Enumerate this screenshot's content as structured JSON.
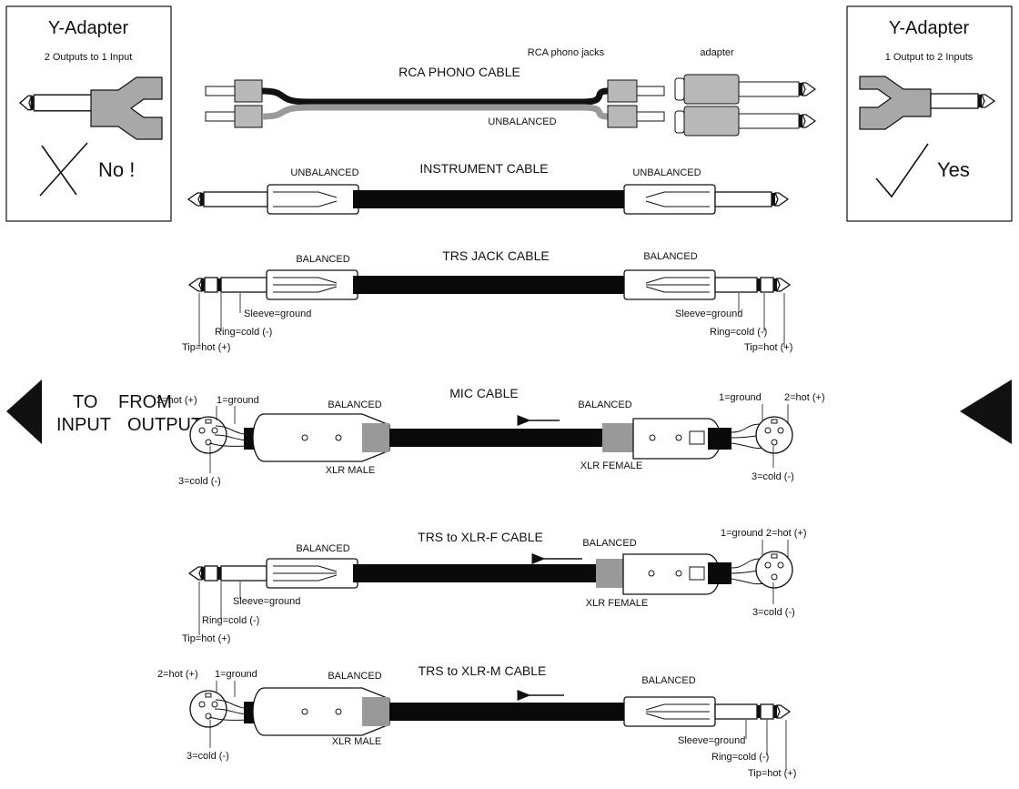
{
  "y_left": {
    "title": "Y-Adapter",
    "subtitle": "2 Outputs to 1 Input",
    "verdict": "No !"
  },
  "y_right": {
    "title": "Y-Adapter",
    "subtitle": "1 Output to 2 Inputs",
    "verdict": "Yes"
  },
  "rca": {
    "title": "RCA PHONO CABLE",
    "type": "UNBALANCED",
    "jacks_label": "RCA phono jacks",
    "adapter_label": "adapter"
  },
  "instrument": {
    "title": "INSTRUMENT CABLE",
    "left": "UNBALANCED",
    "right": "UNBALANCED"
  },
  "trs": {
    "title": "TRS JACK CABLE",
    "left": "BALANCED",
    "right": "BALANCED",
    "sleeve": "Sleeve=ground",
    "ring": "Ring=cold (-)",
    "tip": "Tip=hot (+)"
  },
  "mic": {
    "title": "MIC CABLE",
    "left": "BALANCED",
    "right": "BALANCED",
    "male": "XLR MALE",
    "female": "XLR FEMALE",
    "pin1": "1=ground",
    "pin2": "2=hot (+)",
    "pin3": "3=cold (-)",
    "to": "TO",
    "from": "FROM",
    "input": "INPUT",
    "output": "OUTPUT"
  },
  "trs_xlrf": {
    "title": "TRS to XLR-F CABLE",
    "left": "BALANCED",
    "right": "BALANCED",
    "female": "XLR FEMALE",
    "sleeve": "Sleeve=ground",
    "ring": "Ring=cold (-)",
    "tip": "Tip=hot (+)",
    "pins": "1=ground 2=hot (+)",
    "pin3": "3=cold (-)"
  },
  "trs_xlrm": {
    "title": "TRS to XLR-M CABLE",
    "left": "BALANCED",
    "right": "BALANCED",
    "male": "XLR MALE",
    "pin2": "2=hot (+)",
    "pin1": "1=ground",
    "pin3": "3=cold (-)",
    "sleeve": "Sleeve=ground",
    "ring": "Ring=cold (-)",
    "tip": "Tip=hot (+)"
  },
  "colors": {
    "ink": "#111111",
    "cable": "#0a0a0a",
    "grey": "#9a9a9a",
    "light": "#c8c8c8"
  }
}
